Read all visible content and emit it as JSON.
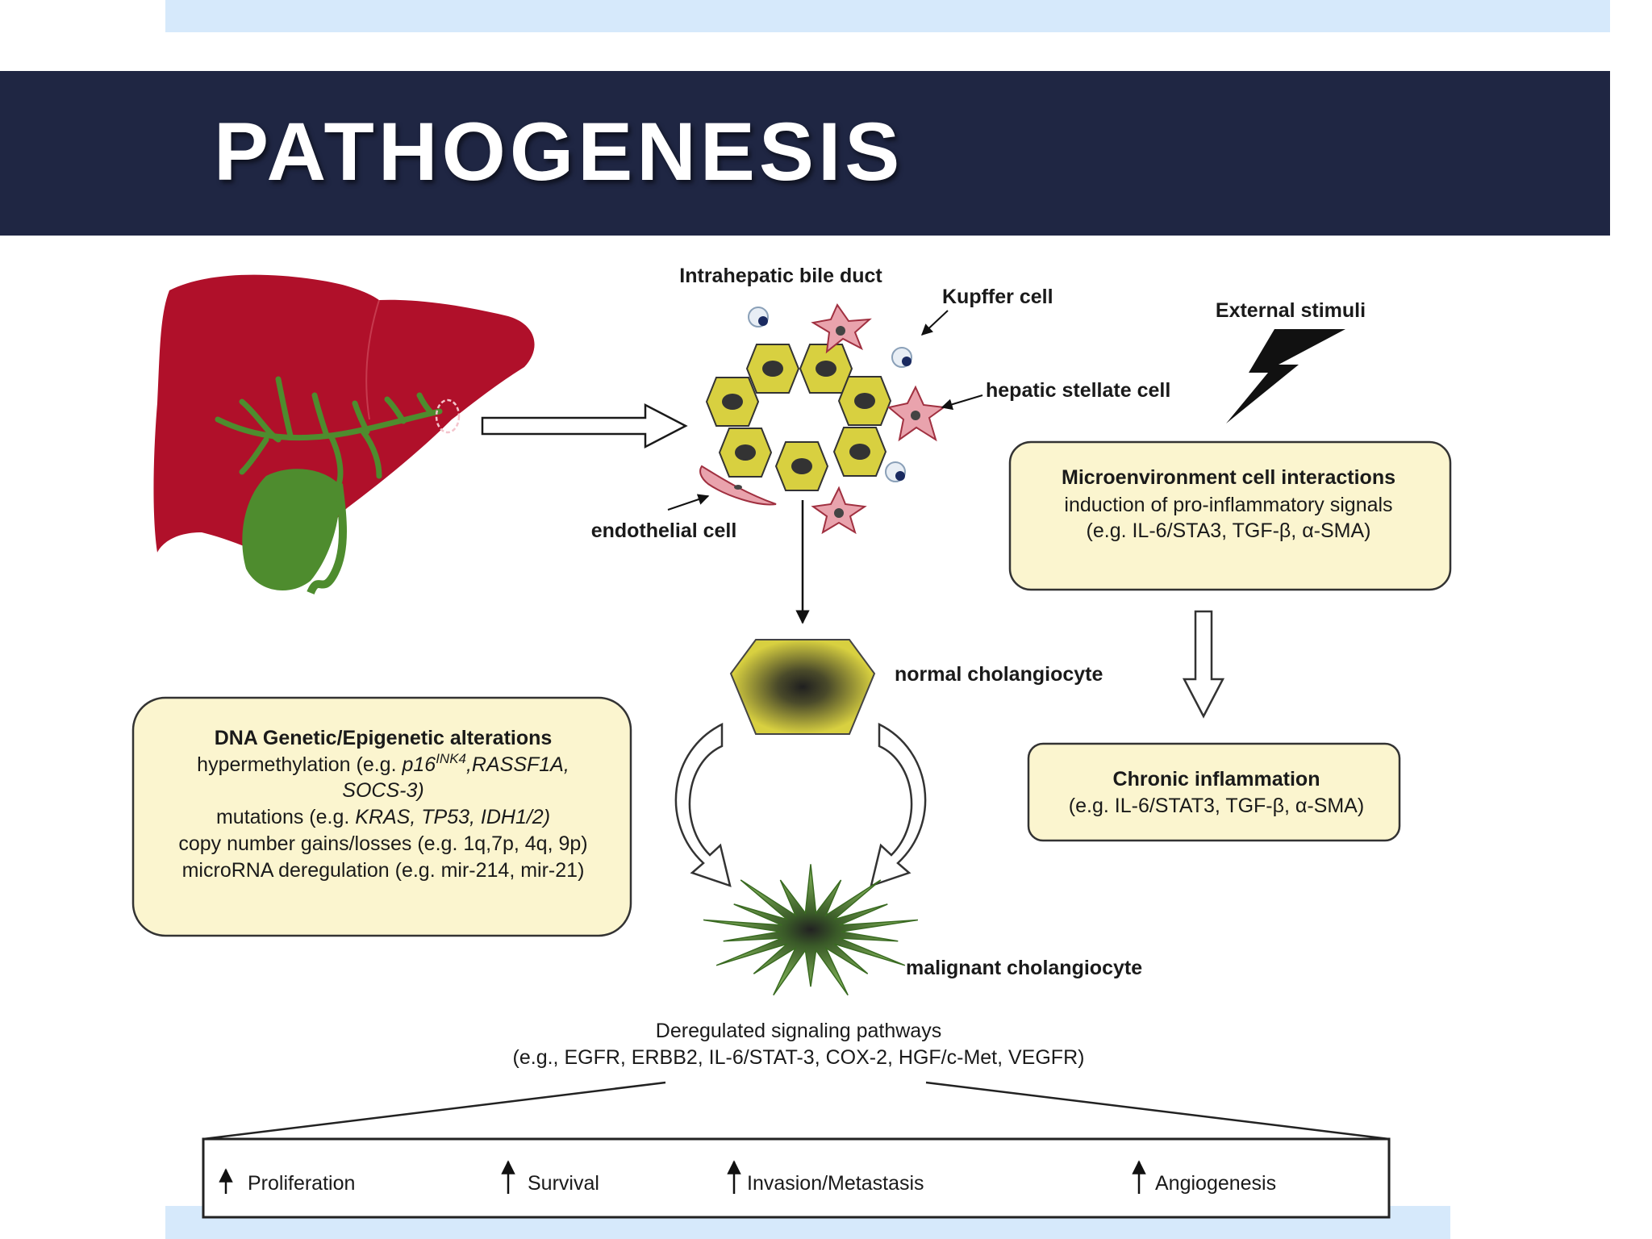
{
  "slide": {
    "title": "PATHOGENESIS",
    "colors": {
      "header_bg": "#1f2643",
      "band": "#d6e9fb",
      "liver": "#b0102a",
      "bile": "#4e8c2e",
      "box_fill": "#fbf5cf"
    }
  },
  "diagram": {
    "labels": {
      "bile_duct": "Intrahepatic bile duct",
      "kupffer": "Kupffer cell",
      "stellate": "hepatic stellate cell",
      "endothelial": "endothelial cell",
      "external": "External stimuli",
      "normal": "normal cholangiocyte",
      "malignant": "malignant cholangiocyte"
    },
    "micro_box": {
      "title": "Microenvironment cell interactions",
      "line1": "induction of pro-inflammatory signals",
      "line2": "(e.g. IL-6/STA3, TGF-β, α-SMA)"
    },
    "chronic_box": {
      "title": "Chronic inflammation",
      "line1": "(e.g. IL-6/STAT3, TGF-β, α-SMA)"
    },
    "dna_box": {
      "title": "DNA Genetic/Epigenetic alterations",
      "l1_pre": "hypermethylation (e.g. ",
      "l1_gene": "p16",
      "l1_sup": "INK4",
      "l1_post": ",RASSF1A,",
      "l2": "SOCS-3)",
      "l3_pre": "mutations (e.g. ",
      "l3_genes": "KRAS, TP53, IDH1/2)",
      "l4": "copy number gains/losses (e.g. 1q,7p, 4q, 9p)",
      "l5": "microRNA deregulation (e.g. mir-214, mir-21)"
    },
    "pathways": {
      "line1": "Deregulated signaling pathways",
      "line2": "(e.g., EGFR, ERBB2, IL-6/STAT-3, COX-2, HGF/c-Met, VEGFR)"
    },
    "outcomes": [
      "Proliferation",
      "Survival",
      "Invasion/Metastasis",
      "Angiogenesis"
    ]
  }
}
